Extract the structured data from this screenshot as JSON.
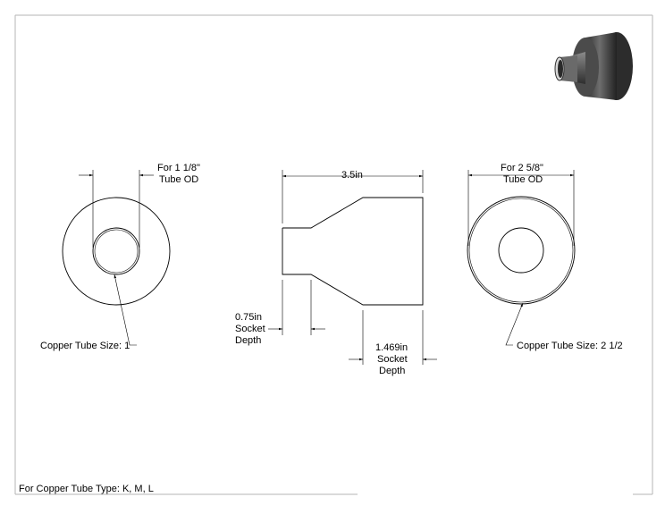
{
  "left_view": {
    "od_label_line1": "For 1 1/8\"",
    "od_label_line2": "Tube OD",
    "size_label": "Copper Tube Size: 1"
  },
  "right_view": {
    "od_label_line1": "For 2 5/8\"",
    "od_label_line2": "Tube OD",
    "size_label": "Copper Tube Size: 2 1/2"
  },
  "side_view": {
    "length_label": "3.5in",
    "small_socket_line1": "0.75in",
    "small_socket_line2": "Socket",
    "small_socket_line3": "Depth",
    "large_socket_line1": "1.469in",
    "large_socket_line2": "Socket",
    "large_socket_line3": "Depth"
  },
  "footer": {
    "note": "For Copper Tube Type: K, M, L"
  },
  "colors": {
    "fitting_dark": "#3a3a3a",
    "fitting_light": "#9a9a9a",
    "frame": "#b5b5b5"
  },
  "icons": {
    "isometric_preview": "reducer-fitting-3d-icon"
  }
}
